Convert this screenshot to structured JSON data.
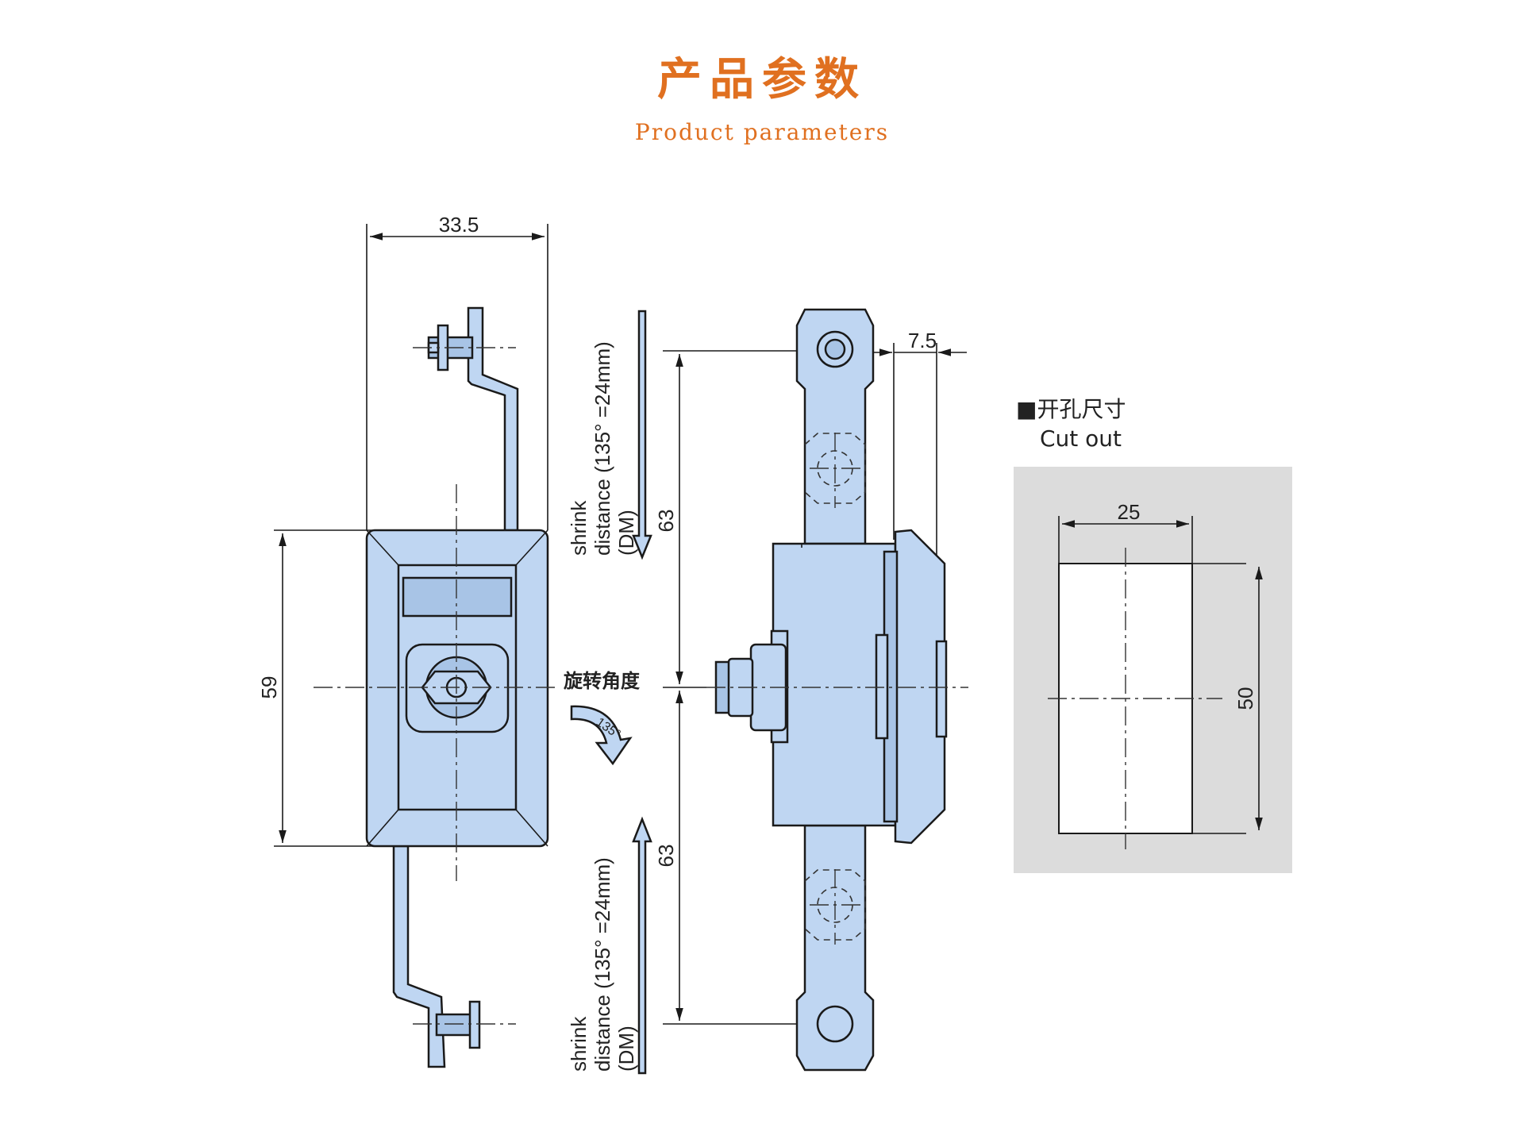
{
  "header": {
    "title_cn": "产品参数",
    "title_en": "Product parameters"
  },
  "front_view": {
    "width_dim": "33.5",
    "height_dim": "59",
    "rotation_label": "旋转角度",
    "rotation_angle": "135°"
  },
  "side_view": {
    "offset_dim": "7.5",
    "upper_dim": "63",
    "lower_dim": "63",
    "shrink_top": [
      "shrink",
      "distance (135°  =24mm)",
      "(DM)"
    ],
    "shrink_bottom": [
      "shrink",
      "distance (135°  =24mm)",
      "(DM)"
    ]
  },
  "cutout": {
    "title_cn": "■开孔尺寸",
    "title_en": "Cut out",
    "width_dim": "25",
    "height_dim": "50"
  },
  "colors": {
    "title": "#e07020",
    "part_fill": "#bfd6f2",
    "cutout_bg": "#dcdcdc"
  }
}
